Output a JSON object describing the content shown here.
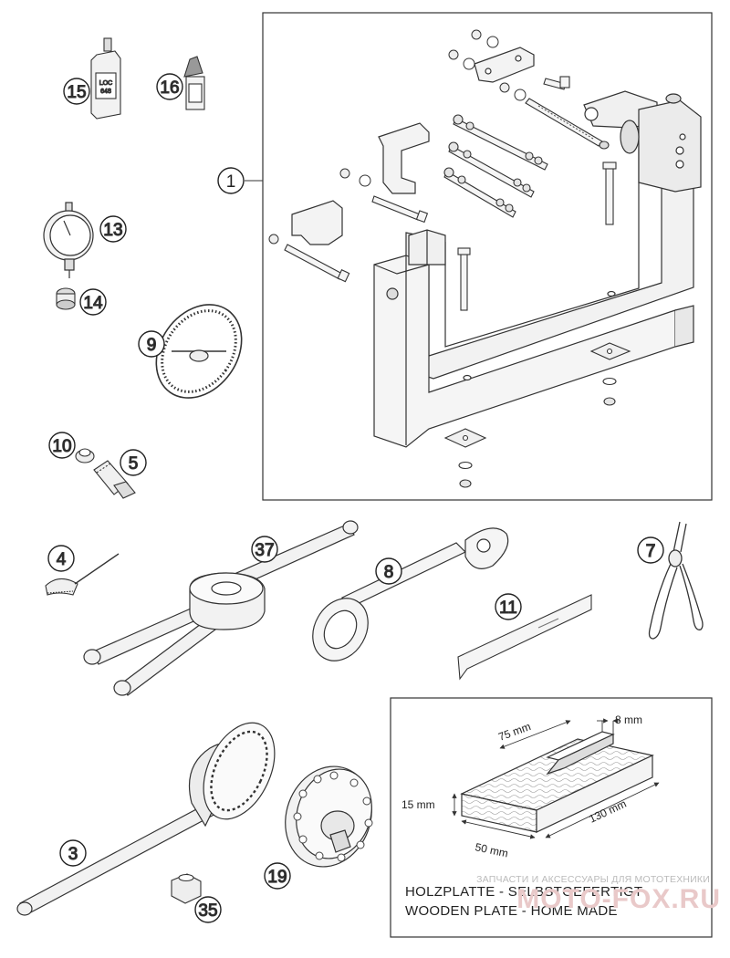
{
  "callouts": {
    "c1": "1",
    "c3": "3",
    "c4": "4",
    "c5": "5",
    "c7": "7",
    "c8": "8",
    "c9": "9",
    "c10": "10",
    "c11": "11",
    "c13": "13",
    "c14": "14",
    "c15": "15",
    "c16": "16",
    "c19": "19",
    "c35": "35",
    "c37": "37"
  },
  "plate": {
    "dim_8": "8 mm",
    "dim_75": "75 mm",
    "dim_15": "15 mm",
    "dim_130": "130 mm",
    "dim_50": "50 mm",
    "caption_de": "HOLZPLATTE - SELBSTGEFERTIGT",
    "caption_en": "WOODEN PLATE - HOME MADE"
  },
  "watermark": {
    "line1": "ЗАПЧАСТИ И АКСЕССУАРЫ ДЛЯ МОТОТЕХНИКИ",
    "line2": "MOTO-FOX.RU"
  },
  "colors": {
    "line": "#333333",
    "stroke_light": "#777777",
    "fill_grey": "#e8e8e8"
  }
}
